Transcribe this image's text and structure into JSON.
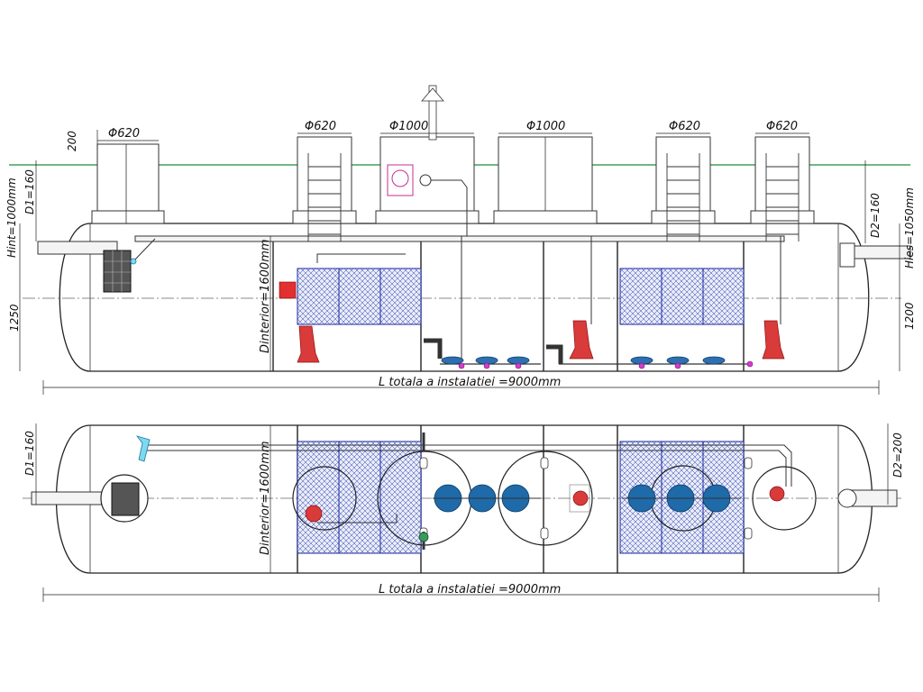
{
  "side_view": {
    "diameters": [
      "Φ620",
      "Φ620",
      "Φ1000",
      "Φ1000",
      "Φ620",
      "Φ620"
    ],
    "dim_200": "200",
    "h_int": "Hint=1000mm",
    "d1": "D1=160",
    "d2": "D2=160",
    "h_ies": "Hies=1050mm",
    "height_left": "1250",
    "height_right": "1200",
    "d_interior": "Dinterior=1600mm",
    "length": "L totala a instalatiei =9000mm"
  },
  "plan_view": {
    "d1": "D1=160",
    "d2": "D2=200",
    "d_interior": "Dinterior=1600mm",
    "length": "L totala a instalatiei =9000mm"
  },
  "colors": {
    "ground_line": "#1e8a3b",
    "mesh_media": "#1a2aa0",
    "pump": "#d93a3a",
    "diffuser": "#2d6fb0",
    "fitting": "#d040c8"
  }
}
